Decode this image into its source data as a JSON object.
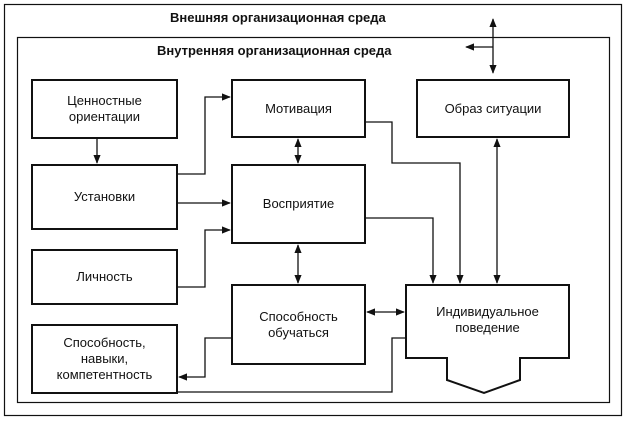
{
  "outer_title": "Внешняя организационная среда",
  "inner_title": "Внутренняя организационная среда",
  "boxes": {
    "values": "Ценностные\nориентации",
    "attitudes": "Установки",
    "personality": "Личность",
    "skills": "Способность,\nнавыки,\nкомпетентность",
    "motivation": "Мотивация",
    "perception": "Восприятие",
    "learning": "Способность\nобучаться",
    "situation": "Образ ситуации",
    "behavior": "Индивидуальное\nповедение"
  }
}
